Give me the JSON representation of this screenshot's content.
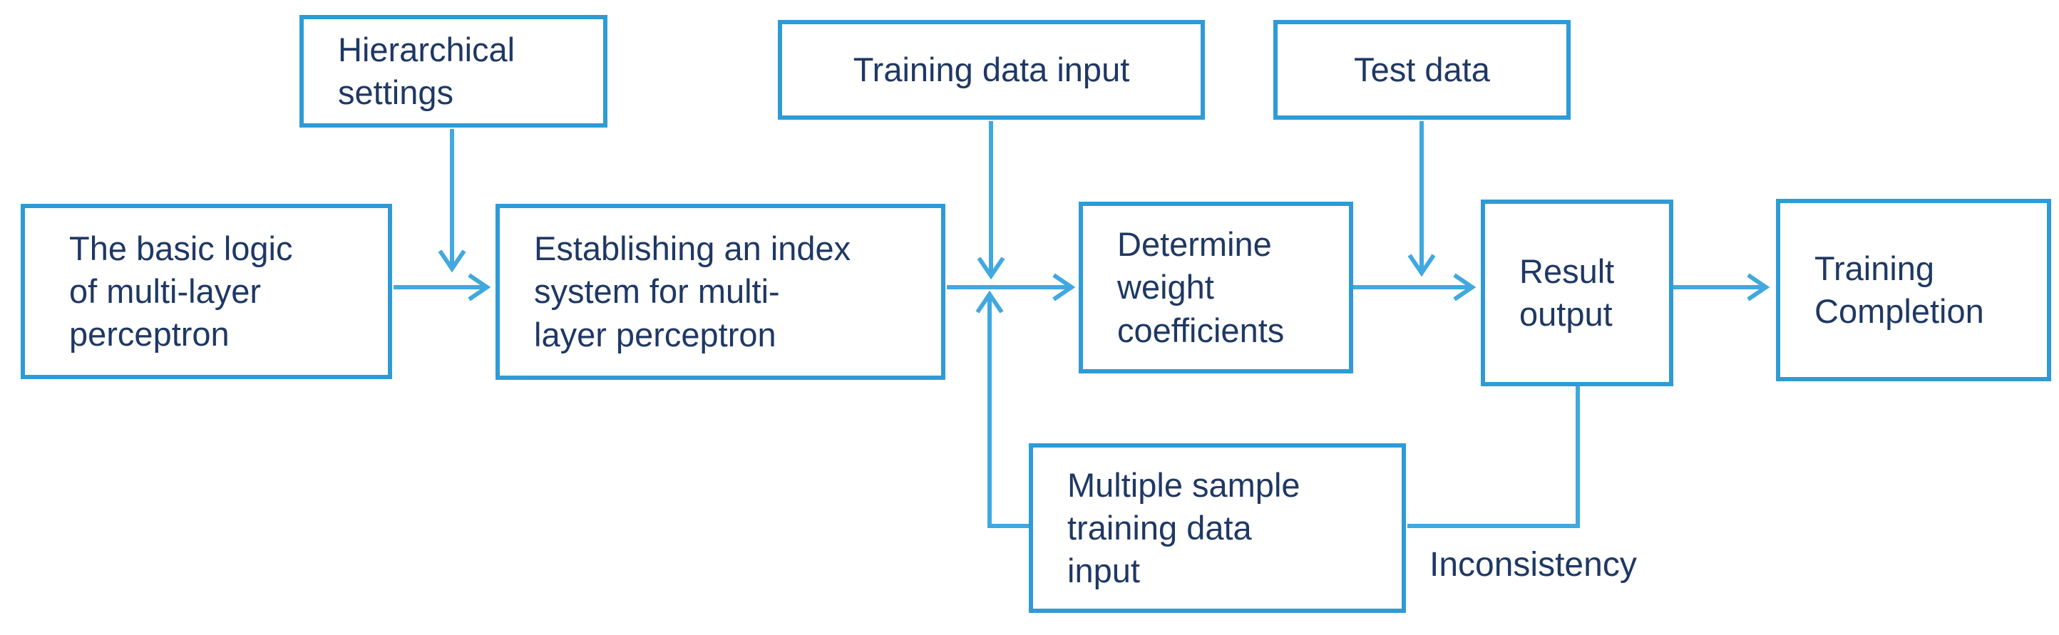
{
  "colors": {
    "background": "#ffffff",
    "box_border": "#2e9bd6",
    "arrow": "#41a8e0",
    "text": "#1f3864"
  },
  "nodes": {
    "hierarchical_settings": {
      "label": "Hierarchical\nsettings"
    },
    "training_data_input": {
      "label": "Training data input"
    },
    "test_data": {
      "label": "Test data"
    },
    "basic_logic": {
      "label": "The basic logic\nof multi-layer\nperceptron"
    },
    "index_system": {
      "label": "Establishing an index\nsystem for multi-\nlayer perceptron"
    },
    "weight_coefficients": {
      "label": "Determine\nweight\ncoefficients"
    },
    "result_output": {
      "label": "Result\noutput"
    },
    "training_completion": {
      "label": "Training\nCompletion"
    },
    "multiple_sample_input": {
      "label": "Multiple sample\ntraining data\ninput"
    }
  },
  "annotations": {
    "inconsistency": {
      "label": "Inconsistency"
    }
  }
}
